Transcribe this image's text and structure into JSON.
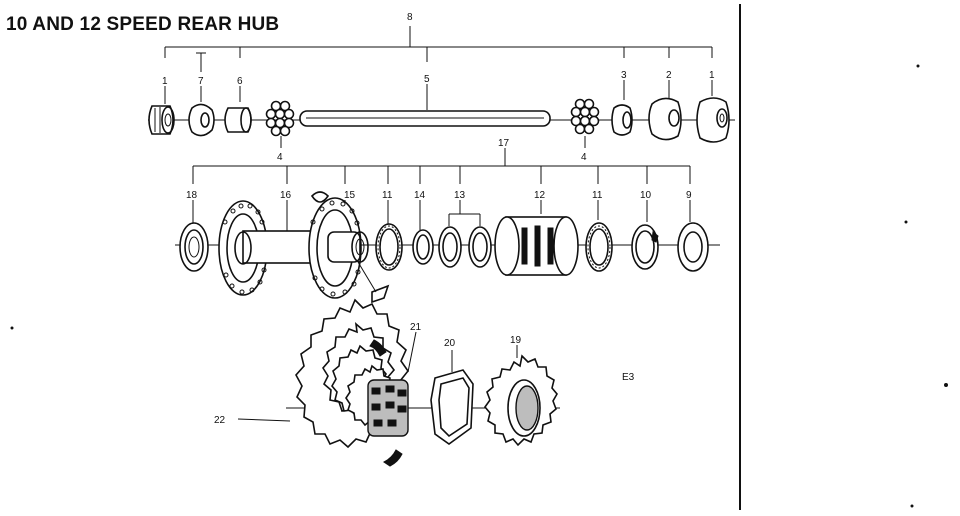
{
  "title": "10 AND 12 SPEED REAR HUB",
  "corner_code": "E3",
  "labels": {
    "p1": "1",
    "p2": "2",
    "p3": "3",
    "p4": "4",
    "p5": "5",
    "p6": "6",
    "p7": "7",
    "p8": "8",
    "p9": "9",
    "p10": "10",
    "p11": "11",
    "p12": "12",
    "p13": "13",
    "p14": "14",
    "p15": "15",
    "p16": "16",
    "p17": "17",
    "p18": "18",
    "p19": "19",
    "p20": "20",
    "p21": "21",
    "p22": "22"
  }
}
